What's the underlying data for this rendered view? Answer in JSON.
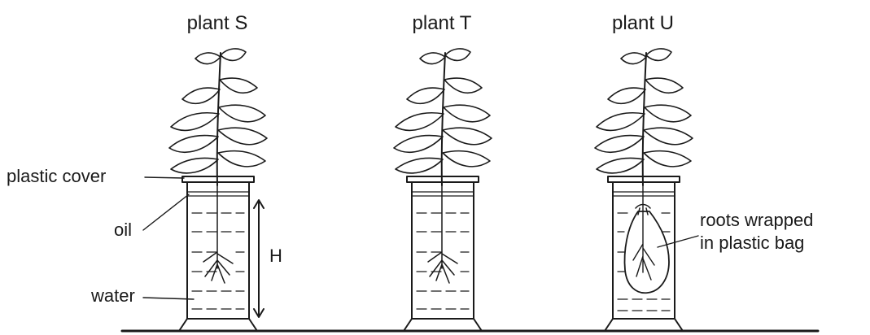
{
  "diagram": {
    "plants": [
      {
        "title": "plant S"
      },
      {
        "title": "plant T"
      },
      {
        "title": "plant U"
      }
    ],
    "labels": {
      "plastic_cover": "plastic cover",
      "oil": "oil",
      "water": "water",
      "height_marker": "H",
      "roots_line1": "roots wrapped",
      "roots_line2": "in plastic bag"
    }
  }
}
